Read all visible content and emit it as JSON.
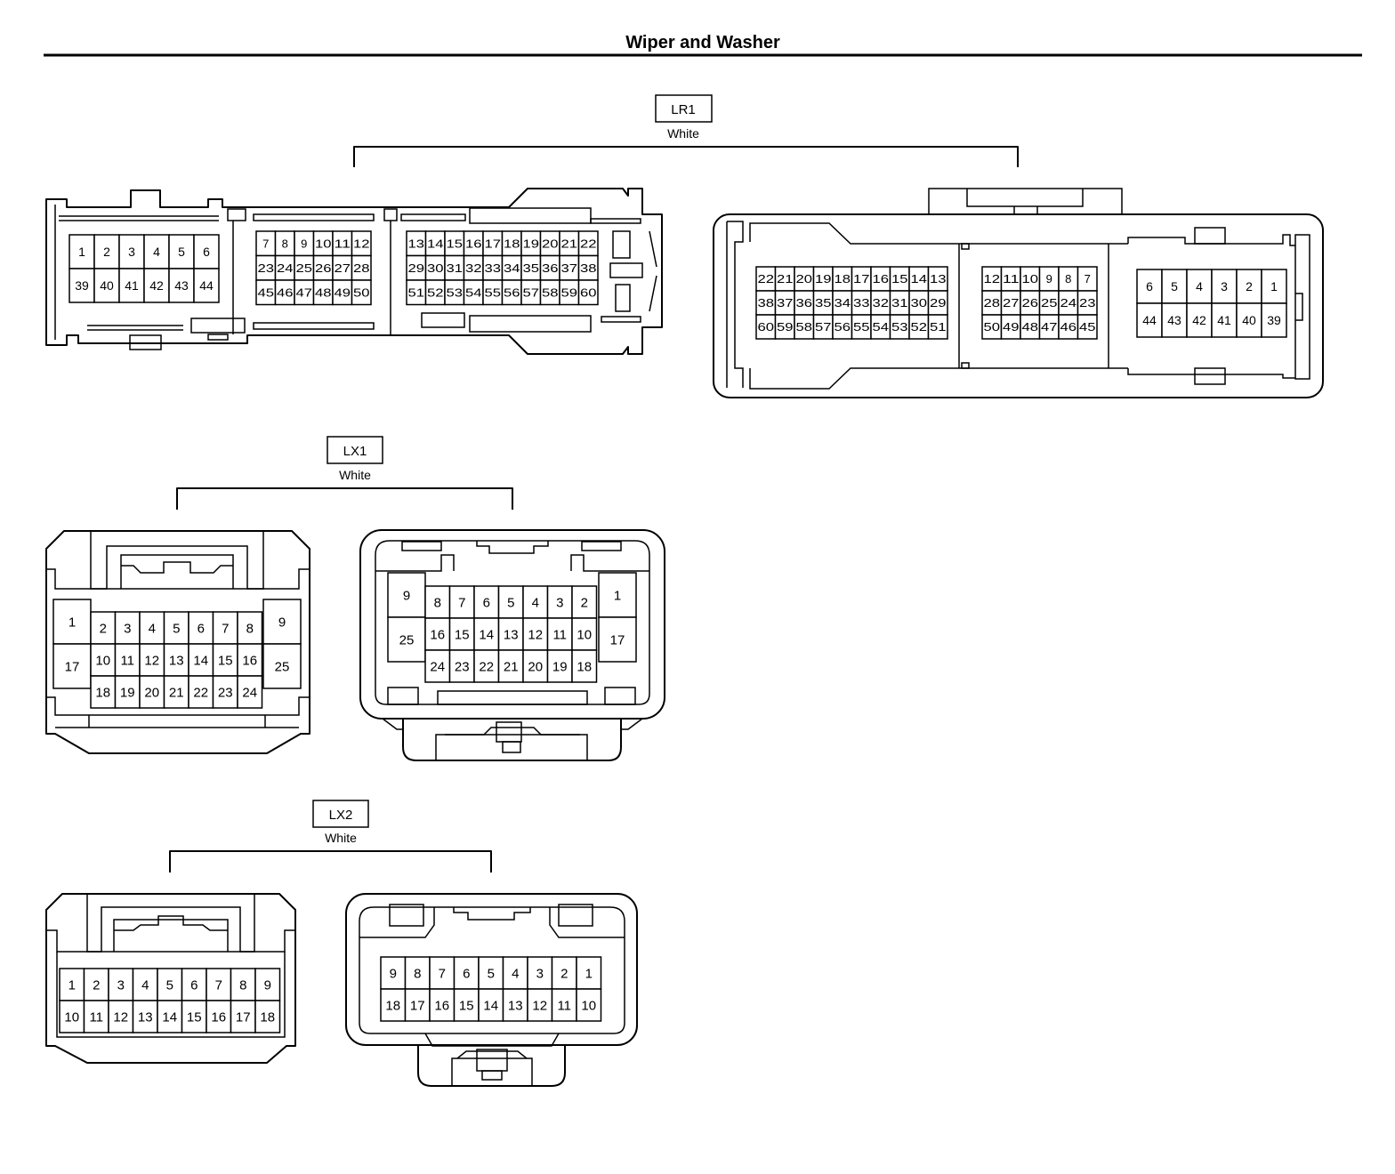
{
  "page": {
    "title": "Wiper and Washer"
  },
  "colors": {
    "ink": "#000000",
    "background": "#ffffff"
  },
  "connectors": [
    {
      "id": "LR1",
      "code": "LR1",
      "color_label": "White",
      "views": [
        {
          "id": "LR1-left",
          "blocks": [
            {
              "rows": [
                [
                  "1",
                  "2",
                  "3",
                  "4",
                  "5",
                  "6"
                ],
                [
                  "39",
                  "40",
                  "41",
                  "42",
                  "43",
                  "44"
                ]
              ]
            },
            {
              "rows": [
                [
                  "7",
                  "8",
                  "9",
                  "10",
                  "11",
                  "12"
                ],
                [
                  "23",
                  "24",
                  "25",
                  "26",
                  "27",
                  "28"
                ],
                [
                  "45",
                  "46",
                  "47",
                  "48",
                  "49",
                  "50"
                ]
              ]
            },
            {
              "rows": [
                [
                  "13",
                  "14",
                  "15",
                  "16",
                  "17",
                  "18",
                  "19",
                  "20",
                  "21",
                  "22"
                ],
                [
                  "29",
                  "30",
                  "31",
                  "32",
                  "33",
                  "34",
                  "35",
                  "36",
                  "37",
                  "38"
                ],
                [
                  "51",
                  "52",
                  "53",
                  "54",
                  "55",
                  "56",
                  "57",
                  "58",
                  "59",
                  "60"
                ]
              ]
            }
          ]
        },
        {
          "id": "LR1-right",
          "blocks": [
            {
              "rows": [
                [
                  "22",
                  "21",
                  "20",
                  "19",
                  "18",
                  "17",
                  "16",
                  "15",
                  "14",
                  "13"
                ],
                [
                  "38",
                  "37",
                  "36",
                  "35",
                  "34",
                  "33",
                  "32",
                  "31",
                  "30",
                  "29"
                ],
                [
                  "60",
                  "59",
                  "58",
                  "57",
                  "56",
                  "55",
                  "54",
                  "53",
                  "52",
                  "51"
                ]
              ]
            },
            {
              "rows": [
                [
                  "12",
                  "11",
                  "10",
                  "9",
                  "8",
                  "7"
                ],
                [
                  "28",
                  "27",
                  "26",
                  "25",
                  "24",
                  "23"
                ],
                [
                  "50",
                  "49",
                  "48",
                  "47",
                  "46",
                  "45"
                ]
              ]
            },
            {
              "rows": [
                [
                  "6",
                  "5",
                  "4",
                  "3",
                  "2",
                  "1"
                ],
                [
                  "44",
                  "43",
                  "42",
                  "41",
                  "40",
                  "39"
                ]
              ]
            }
          ]
        }
      ]
    },
    {
      "id": "LX1",
      "code": "LX1",
      "color_label": "White",
      "views": [
        {
          "id": "LX1-left",
          "side_left": [
            "1",
            "17"
          ],
          "side_right": [
            "9",
            "25"
          ],
          "rows": [
            [
              "2",
              "3",
              "4",
              "5",
              "6",
              "7",
              "8"
            ],
            [
              "10",
              "11",
              "12",
              "13",
              "14",
              "15",
              "16"
            ],
            [
              "18",
              "19",
              "20",
              "21",
              "22",
              "23",
              "24"
            ]
          ]
        },
        {
          "id": "LX1-right",
          "side_left": [
            "9",
            "25"
          ],
          "side_right": [
            "1",
            "17"
          ],
          "rows": [
            [
              "8",
              "7",
              "6",
              "5",
              "4",
              "3",
              "2"
            ],
            [
              "16",
              "15",
              "14",
              "13",
              "12",
              "11",
              "10"
            ],
            [
              "24",
              "23",
              "22",
              "21",
              "20",
              "19",
              "18"
            ]
          ]
        }
      ]
    },
    {
      "id": "LX2",
      "code": "LX2",
      "color_label": "White",
      "views": [
        {
          "id": "LX2-left",
          "rows": [
            [
              "1",
              "2",
              "3",
              "4",
              "5",
              "6",
              "7",
              "8",
              "9"
            ],
            [
              "10",
              "11",
              "12",
              "13",
              "14",
              "15",
              "16",
              "17",
              "18"
            ]
          ]
        },
        {
          "id": "LX2-right",
          "rows": [
            [
              "9",
              "8",
              "7",
              "6",
              "5",
              "4",
              "3",
              "2",
              "1"
            ],
            [
              "18",
              "17",
              "16",
              "15",
              "14",
              "13",
              "12",
              "11",
              "10"
            ]
          ]
        }
      ]
    }
  ]
}
